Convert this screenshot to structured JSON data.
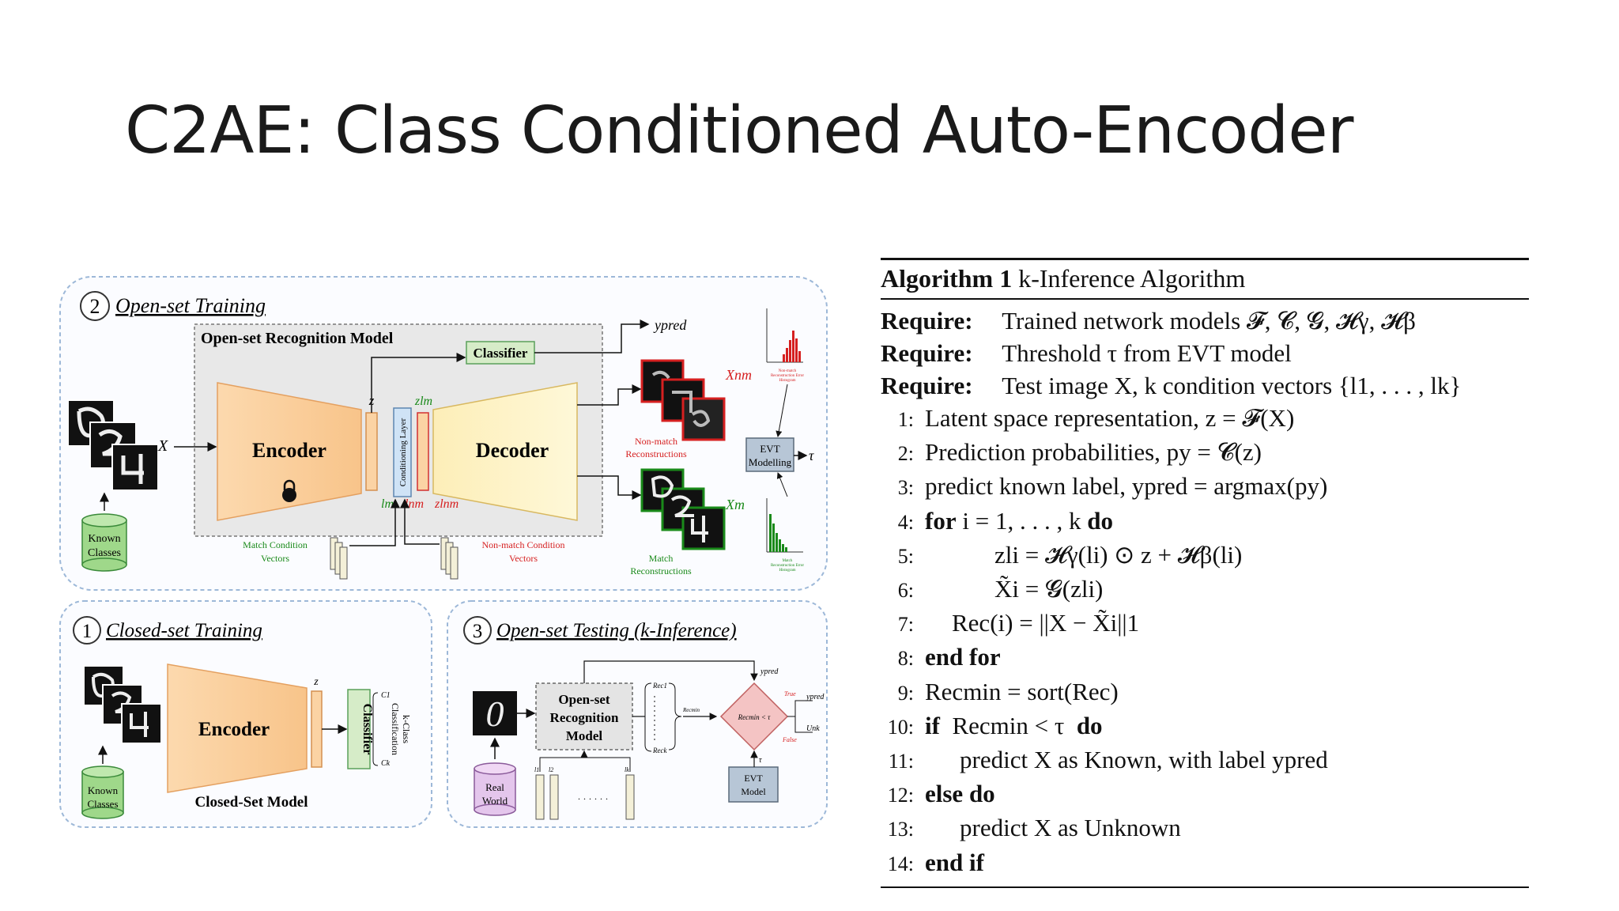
{
  "slide": {
    "title": "C2AE: Class Conditioned Auto-Encoder"
  },
  "diagram": {
    "open_set_training": {
      "number": "2",
      "title": "Open-set Training",
      "model_label": "Open-set Recognition Model",
      "classifier": "Classifier",
      "encoder": "Encoder",
      "decoder": "Decoder",
      "conditioning": "Conditioning Layer",
      "input_x": "X",
      "z": "z",
      "z_lm": "zlm",
      "z_lnm": "zlnm",
      "l_m": "lm",
      "l_nm": "lnm",
      "y_pred": "ypred",
      "x_nm": "Xnm",
      "x_m": "Xm",
      "known_classes": [
        "Known",
        "Classes"
      ],
      "match_vectors": [
        "Match Condition",
        "Vectors"
      ],
      "nonmatch_vectors": [
        "Non-match Condition",
        "Vectors"
      ],
      "nonmatch_recon": [
        "Non-match",
        "Reconstructions"
      ],
      "match_recon": [
        "Match",
        "Reconstructions"
      ],
      "evt": [
        "EVT",
        "Modelling"
      ],
      "tau": "τ",
      "nonmatch_hist": [
        "Non-match",
        "Reconstruction Error",
        "Histogram"
      ],
      "match_hist": [
        "Match",
        "Reconstruction Error",
        "Histogram"
      ]
    },
    "closed_set_training": {
      "number": "1",
      "title": "Closed-set Training",
      "encoder": "Encoder",
      "classifier": "Classifier",
      "z": "z",
      "model_label": "Closed-Set Model",
      "known_classes": [
        "Known",
        "Classes"
      ],
      "kclass": [
        "k-Class",
        "Classification"
      ],
      "c1": "C1",
      "ck": "Ck"
    },
    "open_set_testing": {
      "number": "3",
      "title": "Open-set Testing (k-Inference)",
      "model": [
        "Open-set",
        "Recognition",
        "Model"
      ],
      "real_world": [
        "Real",
        "World"
      ],
      "evt": [
        "EVT",
        "Model"
      ],
      "rec1": "Rec1",
      "reck": "Reck",
      "rec_min": "Recmin",
      "decision": "Recmin < τ",
      "true_label": "True",
      "false_label": "False",
      "y_pred_out": "ypred",
      "unk": "Unk",
      "y_pred_top": "ypred",
      "tau": "τ",
      "l1": "l1",
      "l2": "l2",
      "lk": "lk",
      "dots": "· · · · · ·",
      "digit": "0"
    },
    "colors": {
      "encoder": "#fbd3a4",
      "decoder": "#fdf3c4",
      "classifier": "#d6ecc8",
      "evt": "#b7c6d6",
      "known": "#9fd88a",
      "real_world": "#e4c6ec",
      "decision": "#f4c4c4",
      "nonmatch": "#d62020",
      "match": "#1a8a1a"
    }
  },
  "algorithm": {
    "name": "Algorithm 1",
    "title": "k-Inference Algorithm",
    "require_kw": "Require:",
    "requires": [
      "Trained network models 𝓕, 𝓒, 𝓖, 𝓗γ, 𝓗β",
      "Threshold τ from EVT model",
      "Test image X, k condition vectors {l1, . . . , lk}"
    ],
    "lines": [
      {
        "n": "1:",
        "t": "Latent space representation, z = 𝓕(X)"
      },
      {
        "n": "2:",
        "t": "Prediction probabilities, py = 𝓒(z)"
      },
      {
        "n": "3:",
        "t": "predict known label, ypred = argmax(py)"
      },
      {
        "n": "4:",
        "kw": "for",
        "t": "i = 1, . . . , k",
        "kw2": "do"
      },
      {
        "n": "5:",
        "t": "zli = 𝓗γ(li) ⊙ z + 𝓗β(li)"
      },
      {
        "n": "6:",
        "t": "X̃i = 𝓖(zli)"
      },
      {
        "n": "7:",
        "t": "Rec(i) = ||X − X̃i||1"
      },
      {
        "n": "8:",
        "kw": "end for",
        "t": ""
      },
      {
        "n": "9:",
        "t": "Recmin = sort(Rec)"
      },
      {
        "n": "10:",
        "kw": "if",
        "t": "Recmin < τ",
        "kw2": "do"
      },
      {
        "n": "11:",
        "t": "predict X as Known, with label ypred"
      },
      {
        "n": "12:",
        "kw": "else do",
        "t": ""
      },
      {
        "n": "13:",
        "t": "predict X as Unknown"
      },
      {
        "n": "14:",
        "kw": "end if",
        "t": ""
      }
    ]
  }
}
